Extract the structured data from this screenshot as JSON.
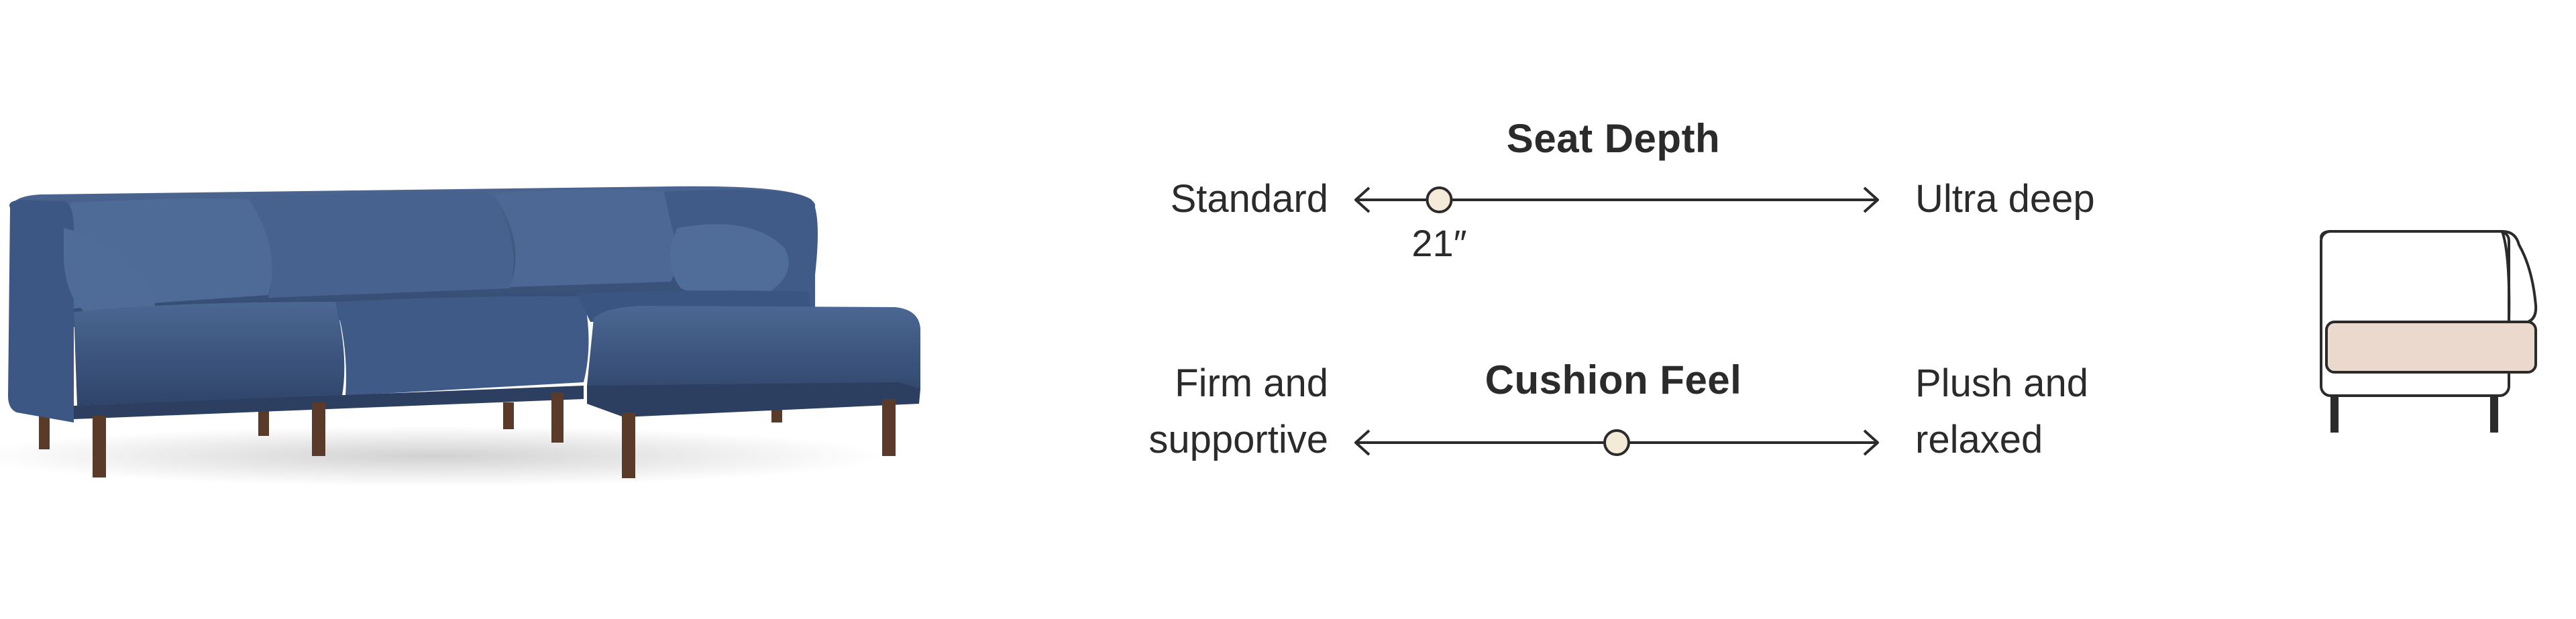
{
  "product": {
    "image_alt": "blue sectional sofa with ottoman",
    "fabric_color": "#3a5580",
    "leg_color": "#5a3a28"
  },
  "seat_depth": {
    "title": "Seat Depth",
    "left_label": "Standard",
    "right_label": "Ultra deep",
    "value_label": "21″",
    "position": 0.16
  },
  "cushion_feel": {
    "title": "Cushion Feel",
    "left_label_line1": "Firm and",
    "left_label_line2": "supportive",
    "right_label_line1": "Plush and",
    "right_label_line2": "relaxed",
    "position": 0.5
  },
  "profile_icon": {
    "name": "seat-depth-profile-icon",
    "cushion_color": "#ead9cc"
  }
}
